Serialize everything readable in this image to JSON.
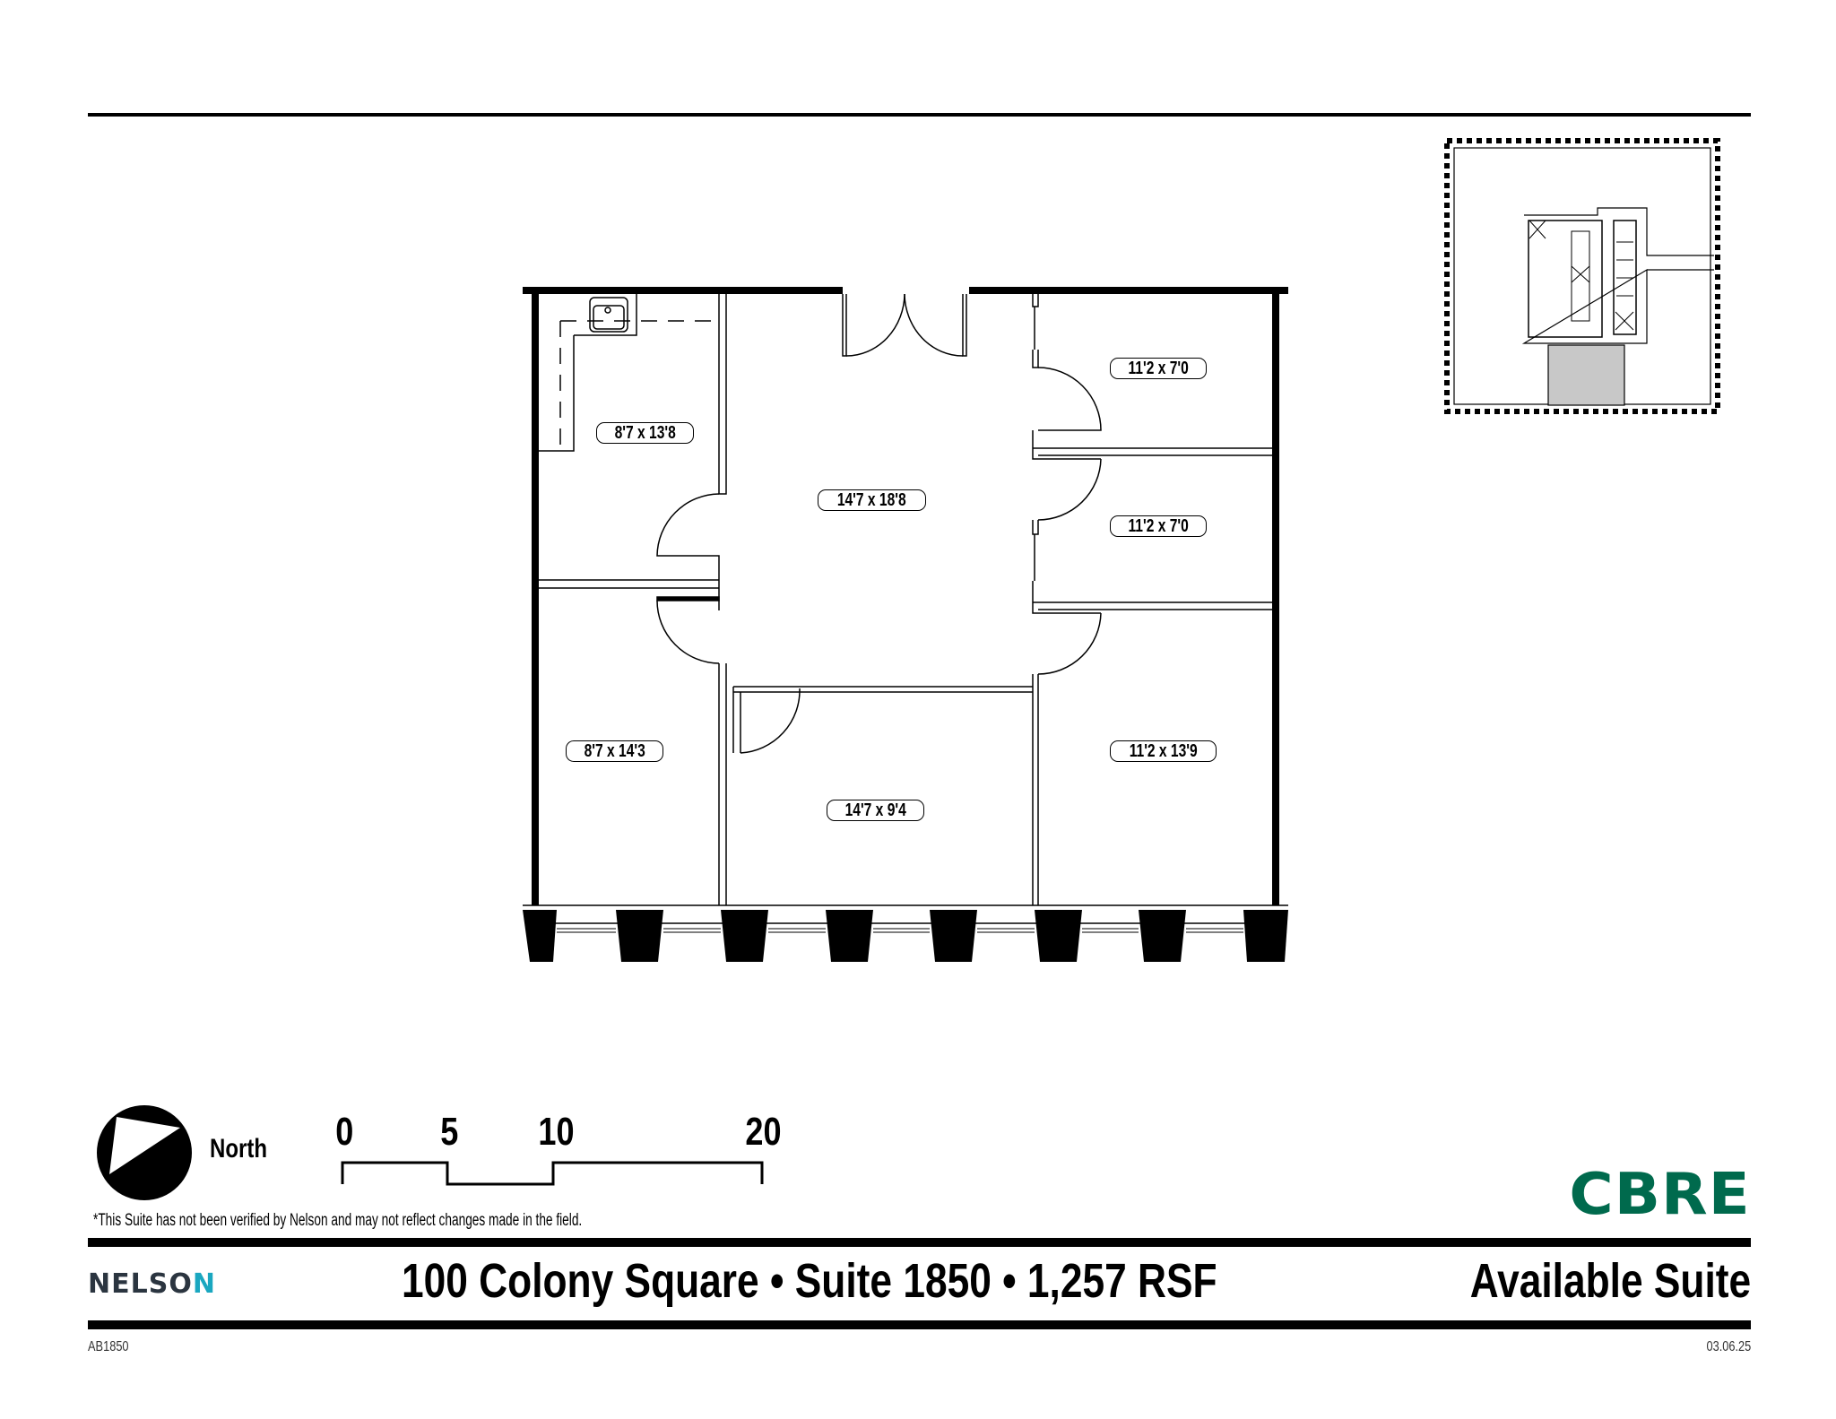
{
  "document": {
    "building": "100 Colony Square",
    "suite": "Suite 1850",
    "area": "1,257 RSF",
    "title_line": "100 Colony Square • Suite 1850 • 1,257 RSF",
    "status": "Available Suite",
    "code": "AB1850",
    "date": "03.06.25",
    "disclaimer": "*This Suite has not been verified by Nelson and may not reflect changes made in the field."
  },
  "branding": {
    "left_logo_main": "NELSO",
    "left_logo_accent": "N",
    "right_logo": "CBRE",
    "cbre_color": "#006a4d",
    "nelson_color": "#2b3540",
    "nelson_accent_color": "#1aa7c0"
  },
  "legend": {
    "north_label": "North",
    "scale_ticks": [
      "0",
      "5",
      "10",
      "20"
    ],
    "scale_unit": "feet"
  },
  "rooms": [
    {
      "id": "room-nw",
      "label": "8'7 x 13'8"
    },
    {
      "id": "room-center",
      "label": "14'7 x 18'8"
    },
    {
      "id": "room-ne-1",
      "label": "11'2 x 7'0"
    },
    {
      "id": "room-ne-2",
      "label": "11'2 x 7'0"
    },
    {
      "id": "room-sw",
      "label": "8'7 x 14'3"
    },
    {
      "id": "room-south",
      "label": "14'7 x 9'4"
    },
    {
      "id": "room-se",
      "label": "11'2 x 13'9"
    }
  ],
  "key_plan": {
    "highlight_color": "#c8c8c8"
  }
}
